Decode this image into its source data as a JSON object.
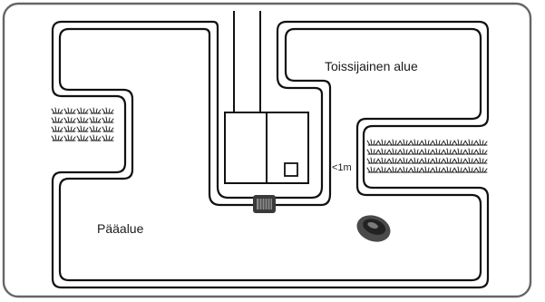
{
  "diagram": {
    "main_area_label": "Pääalue",
    "secondary_area_label": "Toissijainen alue",
    "distance_label": "<1m"
  },
  "colors": {
    "frame_border": "#666666",
    "wire": "#111111",
    "mower_body": "#4a4a4a",
    "station": "#333333",
    "background": "#ffffff"
  },
  "icons": [
    "robot-mower-icon",
    "charging-station-icon",
    "grass-patch-icon"
  ]
}
